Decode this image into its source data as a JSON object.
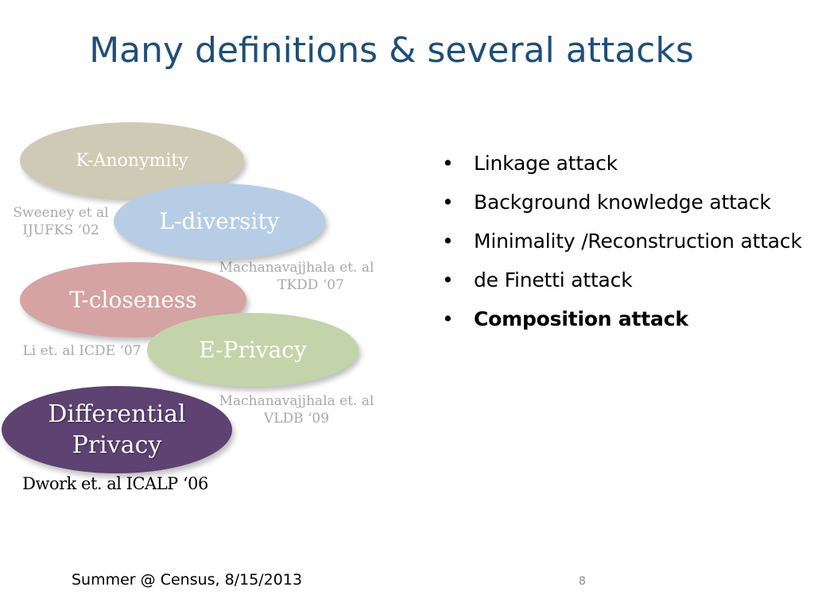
{
  "slide": {
    "title": "Many definitions & several attacks"
  },
  "definitions": {
    "k_anonymity": "K-Anonymity",
    "l_diversity": "L-diversity",
    "t_closeness": "T-closeness",
    "e_privacy": "E-Privacy",
    "differential_privacy_line1": "Differential",
    "differential_privacy_line2": "Privacy"
  },
  "citations": {
    "sweeney_line1": "Sweeney et al",
    "sweeney_line2": "IJUFKS ‘02",
    "mach1_line1": "Machanavajjhala et. al",
    "mach1_line2": "TKDD ‘07",
    "li": "Li et. al  ICDE ‘07",
    "mach2_line1": "Machanavajjhala et. al",
    "mach2_line2": "VLDB ‘09",
    "dwork": "Dwork et. al  ICALP ‘06"
  },
  "attacks": {
    "bullet": "•",
    "items": [
      "Linkage attack",
      "Background knowledge attack",
      "Minimality /Reconstruction attack",
      "de Finetti attack",
      "Composition attack"
    ]
  },
  "footer": {
    "text": "Summer @ Census, 8/15/2013",
    "page_number": "8"
  },
  "colors": {
    "title": "#1f4e79",
    "k_anonymity_fill": "#cfcab6",
    "l_diversity_fill": "#b7cde6",
    "t_closeness_fill": "#d5a3a3",
    "e_privacy_fill": "#c3d4aa",
    "differential_privacy_fill": "#5d4272"
  }
}
